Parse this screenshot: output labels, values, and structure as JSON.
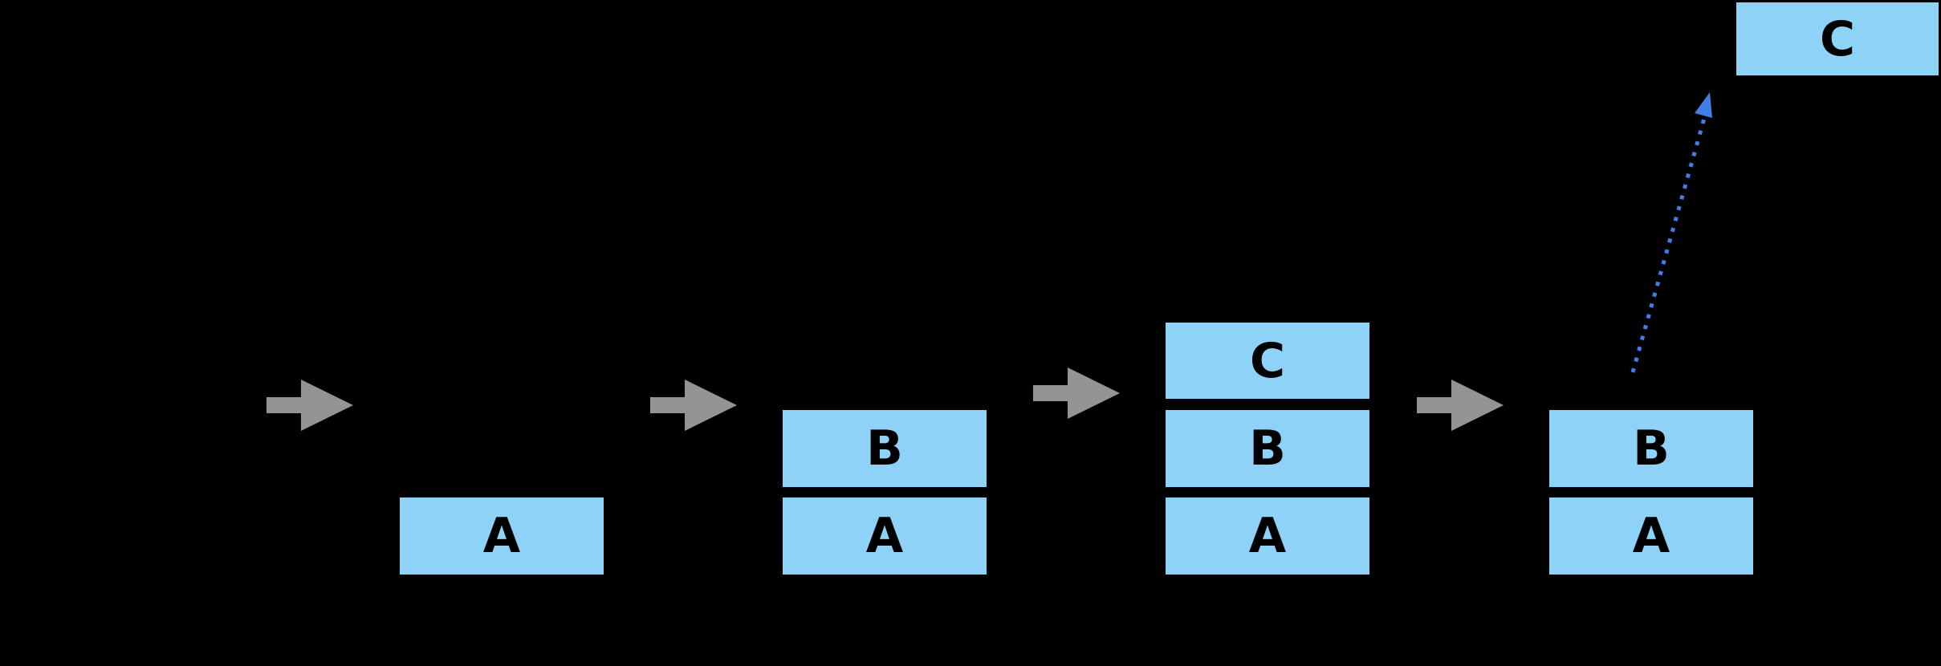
{
  "colors": {
    "background": "#000000",
    "box_fill": "#8ed3f7",
    "box_text": "#000000",
    "arrow_gray": "#949494",
    "pop_arrow_blue": "#3e7ee6"
  },
  "diagram": {
    "type": "stack-push-pop-sequence",
    "stages": [
      {
        "name": "stage-1",
        "boxes": [
          {
            "label": "A"
          }
        ]
      },
      {
        "name": "stage-2",
        "boxes": [
          {
            "label": "B"
          },
          {
            "label": "A"
          }
        ]
      },
      {
        "name": "stage-3",
        "boxes": [
          {
            "label": "C"
          },
          {
            "label": "B"
          },
          {
            "label": "A"
          }
        ]
      },
      {
        "name": "stage-4",
        "boxes": [
          {
            "label": "B"
          },
          {
            "label": "A"
          }
        ]
      }
    ],
    "popped_box": {
      "label": "C"
    },
    "arrows": {
      "between_stages_icon": "right-block-arrow-icon",
      "between_stages_count": 4,
      "pop_icon": "dotted-up-arrow-icon"
    }
  }
}
